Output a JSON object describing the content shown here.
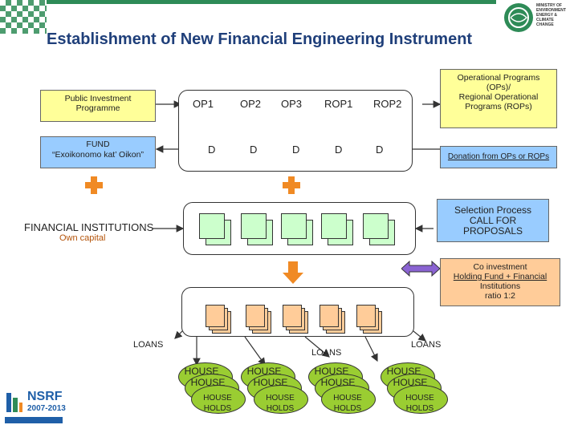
{
  "title": "Establishment of New Financial Engineering Instrument",
  "ministry": {
    "line1": "MINISTRY OF",
    "line2": "ENVIRONMENT",
    "line3": "ENERGY &",
    "line4": "CLIMATE",
    "line5": "CHANGE"
  },
  "public_investment": {
    "line1": "Public Investment",
    "line2": "Programme"
  },
  "fund": {
    "line1": "FUND",
    "line2": "“Exoikonomo kat’ Oikon”"
  },
  "ops": [
    "OP1",
    "OP2",
    "OP3",
    "ROP1",
    "ROP2"
  ],
  "ds": [
    "D",
    "D",
    "D",
    "D",
    "D"
  ],
  "operational_programs": {
    "line1": "Operational Programs",
    "line2": "(OPs)/",
    "line3": "Regional Operational",
    "line4": "Programs (ROPs)"
  },
  "donation": "Donation from OPs or ROPs",
  "financial_institutions": {
    "line1": "FINANCIAL INSTITUTIONS",
    "line2": "Own capital"
  },
  "selection": {
    "line1": "Selection Process",
    "line2": "CALL FOR",
    "line3": "PROPOSALS"
  },
  "coinvestment": {
    "line1": "Co investment",
    "line2": "Holding Fund + Financial",
    "line3": "Institutions",
    "line4": "ratio 1:2"
  },
  "loans": [
    "LOANS",
    "LOANS",
    "LOANS"
  ],
  "households": {
    "line1": "HOUSE",
    "line2": "HOLDS",
    "partial": "HOUSE"
  },
  "nsrf": {
    "name": "NSRF",
    "years": "2007-2013"
  },
  "colors": {
    "title": "#1f3f7a",
    "yellow": "#ffff99",
    "blue": "#99ccff",
    "green_box": "#ccffcc",
    "orange_box": "#ffcc99",
    "house": "#9acd32",
    "plus": "#f08a24",
    "accent": "#2e8b57"
  }
}
